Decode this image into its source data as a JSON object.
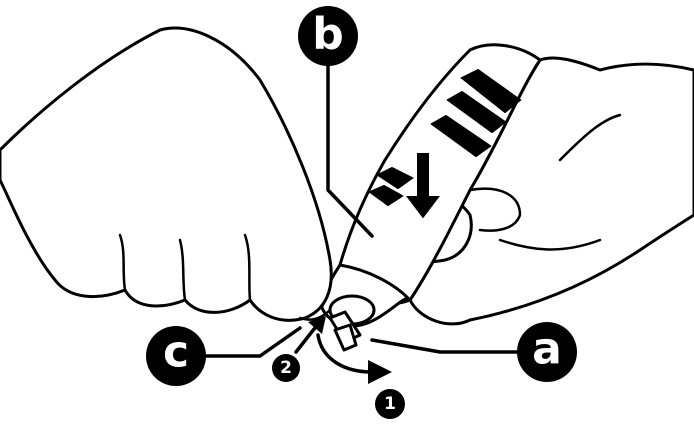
{
  "callouts": {
    "a": "a",
    "b": "b",
    "c": "c"
  },
  "steps": {
    "one": "1",
    "two": "2"
  },
  "colors": {
    "ink": "#000000",
    "paper": "#ffffff"
  }
}
